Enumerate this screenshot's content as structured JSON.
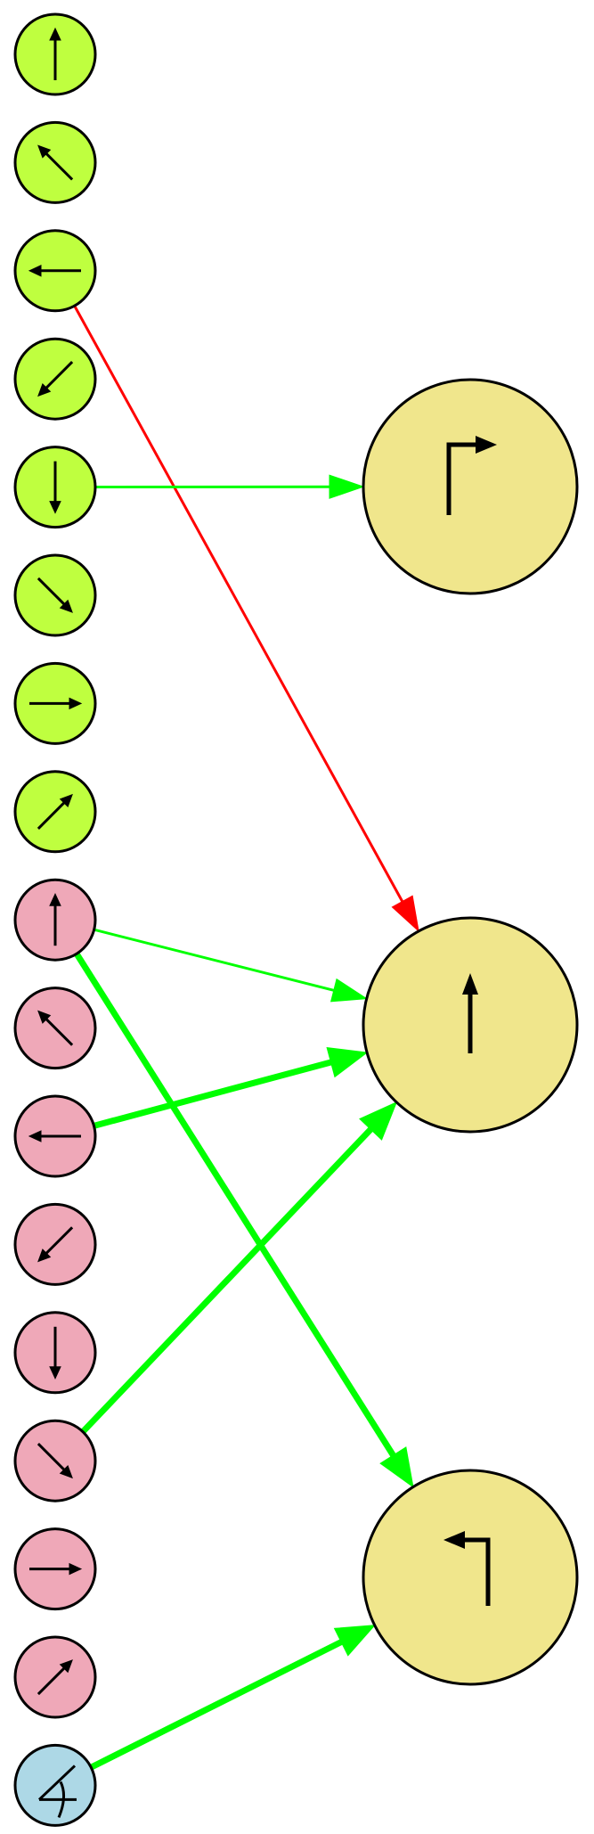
{
  "colors": {
    "direction_input": "#bfff3f",
    "turn_input": "#efa8b8",
    "angle_input": "#add8e6",
    "output": "#f0e68c",
    "excitatory": "#00ff00",
    "inhibitory": "#ff0000"
  },
  "input_nodes": [
    {
      "id": "d-up",
      "group": "direction",
      "icon": "arrow-up-icon"
    },
    {
      "id": "d-upleft",
      "group": "direction",
      "icon": "arrow-up-left-icon"
    },
    {
      "id": "d-left",
      "group": "direction",
      "icon": "arrow-left-icon"
    },
    {
      "id": "d-downleft",
      "group": "direction",
      "icon": "arrow-down-left-icon"
    },
    {
      "id": "d-down",
      "group": "direction",
      "icon": "arrow-down-icon"
    },
    {
      "id": "d-downright",
      "group": "direction",
      "icon": "arrow-down-right-icon"
    },
    {
      "id": "d-right",
      "group": "direction",
      "icon": "arrow-right-icon"
    },
    {
      "id": "d-upright",
      "group": "direction",
      "icon": "arrow-up-right-icon"
    },
    {
      "id": "t-up",
      "group": "turn",
      "icon": "arrow-up-icon"
    },
    {
      "id": "t-upleft",
      "group": "turn",
      "icon": "arrow-up-left-icon"
    },
    {
      "id": "t-left",
      "group": "turn",
      "icon": "arrow-left-icon"
    },
    {
      "id": "t-downleft",
      "group": "turn",
      "icon": "arrow-down-left-icon"
    },
    {
      "id": "t-down",
      "group": "turn",
      "icon": "arrow-down-icon"
    },
    {
      "id": "t-downright",
      "group": "turn",
      "icon": "arrow-down-right-icon"
    },
    {
      "id": "t-right",
      "group": "turn",
      "icon": "arrow-right-icon"
    },
    {
      "id": "t-upright",
      "group": "turn",
      "icon": "arrow-up-right-icon"
    },
    {
      "id": "angle",
      "group": "angle",
      "icon": "angle-icon"
    }
  ],
  "output_nodes": [
    {
      "id": "o-right",
      "icon": "turn-right-icon"
    },
    {
      "id": "o-straight",
      "icon": "go-straight-icon"
    },
    {
      "id": "o-left",
      "icon": "turn-left-icon"
    }
  ],
  "edges": [
    {
      "from": "d-left",
      "to": "o-straight",
      "type": "inhibitory",
      "weight": 1
    },
    {
      "from": "d-down",
      "to": "o-right",
      "type": "excitatory",
      "weight": 1
    },
    {
      "from": "t-up",
      "to": "o-straight",
      "type": "excitatory",
      "weight": 1
    },
    {
      "from": "t-up",
      "to": "o-left",
      "type": "excitatory",
      "weight": 2
    },
    {
      "from": "t-left",
      "to": "o-straight",
      "type": "excitatory",
      "weight": 2
    },
    {
      "from": "t-downright",
      "to": "o-straight",
      "type": "excitatory",
      "weight": 2
    },
    {
      "from": "angle",
      "to": "o-left",
      "type": "excitatory",
      "weight": 2
    }
  ]
}
